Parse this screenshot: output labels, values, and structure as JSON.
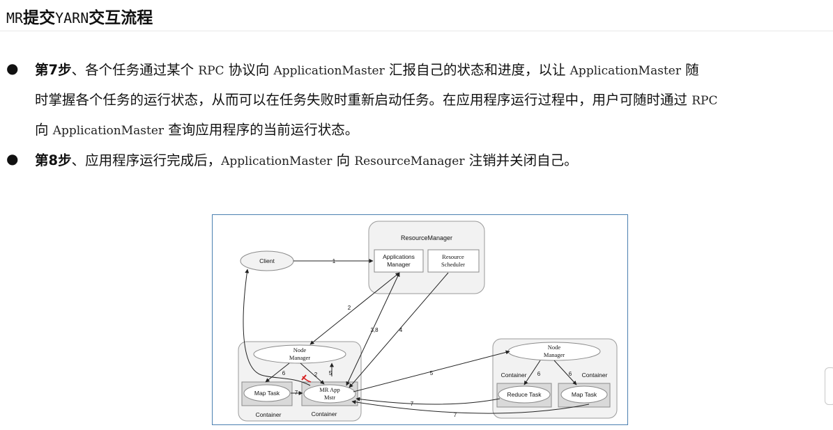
{
  "heading": {
    "prefix": "MR",
    "bold1": "提交",
    "mono": "YARN",
    "bold2": "交互流程"
  },
  "bullets": [
    {
      "step": "第7步",
      "text_parts": [
        "、各个任务通过某个 ",
        "RPC",
        " 协议向 ",
        "ApplicationMaster",
        " 汇报自己的状态和进度，以让 ",
        "ApplicationMaster",
        " 随"
      ],
      "line2": "时掌握各个任务的运行状态，从而可以在任务失败时重新启动任务。在应用程序运行过程中，用户可随时通过 ",
      "line2_mono": "RPC",
      "line3_pre": "向 ",
      "line3_mono": "ApplicationMaster",
      "line3_post": " 查询应用程序的当前运行状态。"
    },
    {
      "step": "第8步",
      "text_parts": [
        "、应用程序运行完成后，",
        "ApplicationMaster",
        " 向 ",
        "ResourceManager",
        " 注销并关闭自己。"
      ]
    }
  ],
  "diagram": {
    "resource_manager": "ResourceManager",
    "applications_manager": [
      "Applications",
      "Manager"
    ],
    "resource_scheduler": [
      "Resource",
      "Scheduler"
    ],
    "client": "Client",
    "node_manager": [
      "Node",
      "Manager"
    ],
    "map_task": "Map Task",
    "reduce_task": "Reduce Task",
    "mr_app_mstr": [
      "MR App",
      "Mstr"
    ],
    "container": "Container",
    "edge_labels": {
      "e1": "1",
      "e2": "2",
      "e38": "3,8",
      "e4": "4",
      "e5": "5",
      "e6": "6",
      "e7": "7",
      "e2b": "2",
      "e5b": "5"
    }
  },
  "colors": {
    "diagram_border": "#4a7fb0",
    "box_fill": "#f2f2f2",
    "task_fill": "#d9d9d9"
  }
}
